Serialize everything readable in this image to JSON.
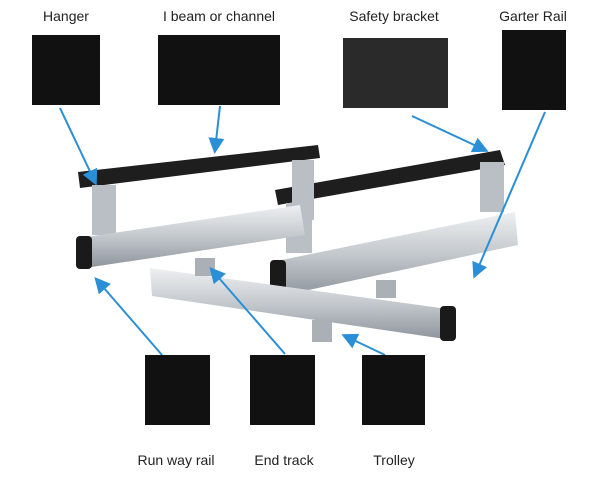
{
  "title": "Overhead rail system components",
  "labels": {
    "hanger": "Hanger",
    "ibeam": "I beam or channel",
    "safety": "Safety bracket",
    "garter": "Garter Rail",
    "runway": "Run way rail",
    "endtrack": "End track",
    "trolley": "Trolley"
  },
  "colors": {
    "arrow": "#2a8fd6",
    "beam": "#222222",
    "rail": "#c9ced3"
  }
}
